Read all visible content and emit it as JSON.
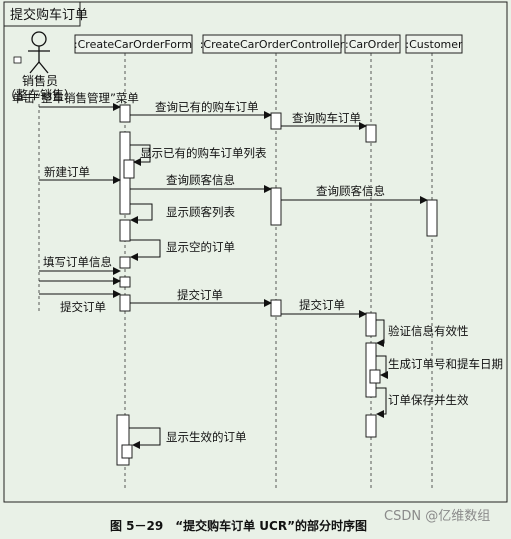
{
  "frame_title": "提交购车订单",
  "actor": {
    "name": "销售员",
    "role": "（整车销售）"
  },
  "lifelines": [
    {
      "key": "form",
      "label": ":CreateCarOrderForm"
    },
    {
      "key": "ctrl",
      "label": ":CreateCarOrderController"
    },
    {
      "key": "order",
      "label": ":CarOrder"
    },
    {
      "key": "cust",
      "label": ":Customer"
    }
  ],
  "messages": [
    {
      "from": "actor",
      "to": "form",
      "label": "单击“整车销售管理”菜单"
    },
    {
      "from": "form",
      "to": "ctrl",
      "label": "查询已有的购车订单"
    },
    {
      "from": "ctrl",
      "to": "order",
      "label": "查询购车订单"
    },
    {
      "from": "form",
      "to": "form",
      "label": "显示已有的购车订单列表"
    },
    {
      "from": "actor",
      "to": "form",
      "label": "新建订单"
    },
    {
      "from": "form",
      "to": "ctrl",
      "label": "查询顾客信息"
    },
    {
      "from": "ctrl",
      "to": "cust",
      "label": "查询顾客信息"
    },
    {
      "from": "form",
      "to": "form",
      "label": "显示顾客列表"
    },
    {
      "from": "form",
      "to": "form",
      "label": "显示空的订单"
    },
    {
      "from": "actor",
      "to": "form",
      "label": "填写订单信息"
    },
    {
      "from": "actor",
      "to": "form",
      "label": ""
    },
    {
      "from": "actor",
      "to": "form",
      "label": "提交订单"
    },
    {
      "from": "form",
      "to": "ctrl",
      "label": "提交订单"
    },
    {
      "from": "ctrl",
      "to": "order",
      "label": "提交订单"
    },
    {
      "from": "order",
      "to": "order",
      "label": "验证信息有效性"
    },
    {
      "from": "order",
      "to": "order",
      "label": "生成订单号和提车日期"
    },
    {
      "from": "order",
      "to": "order",
      "label": "订单保存并生效"
    },
    {
      "from": "form",
      "to": "form",
      "label": "显示生效的订单"
    }
  ],
  "caption": "图 5－29　“提交购车订单 UCR”的部分时序图",
  "watermark": "CSDN @亿维数组"
}
